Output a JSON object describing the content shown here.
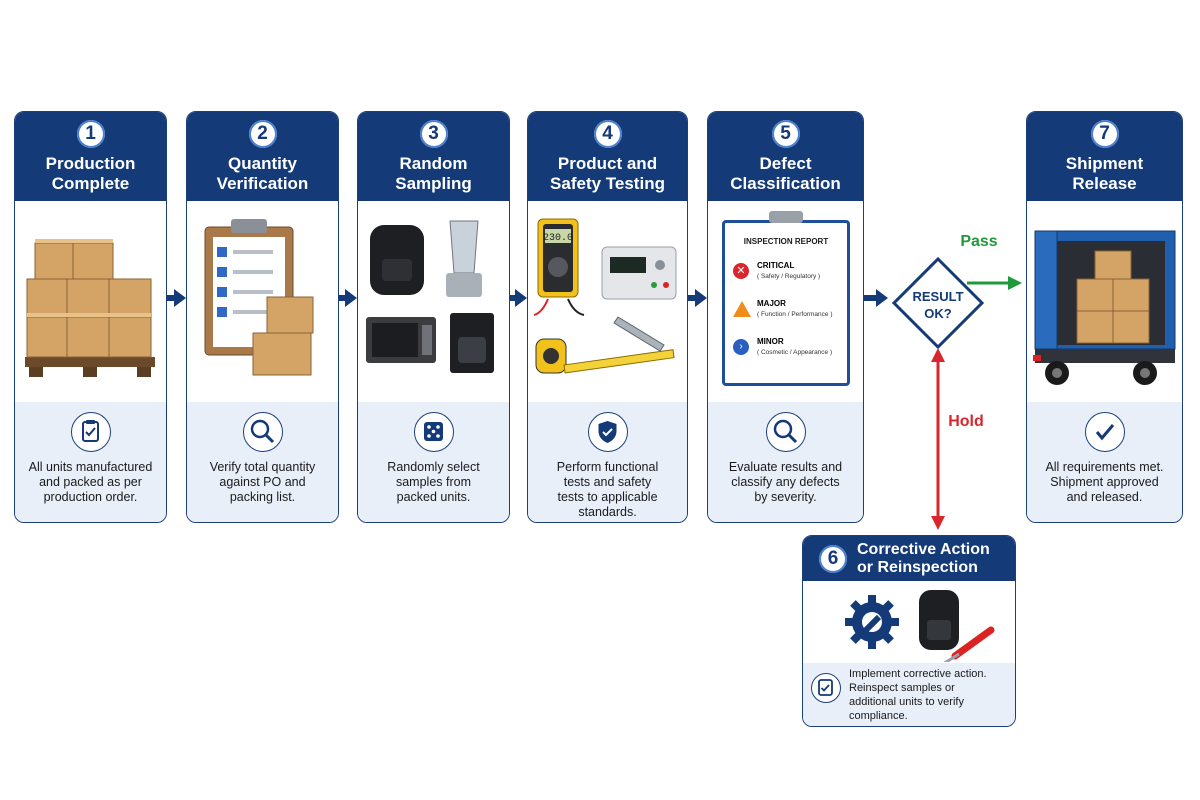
{
  "steps": [
    {
      "num": "1",
      "title1": "Production",
      "title2": "Complete",
      "desc": [
        "All units manufactured",
        "and packed as per",
        "production order."
      ]
    },
    {
      "num": "2",
      "title1": "Quantity",
      "title2": "Verification",
      "desc": [
        "Verify total quantity",
        "against PO and",
        "packing list."
      ]
    },
    {
      "num": "3",
      "title1": "Random",
      "title2": "Sampling",
      "desc": [
        "Randomly select",
        "samples from",
        "packed units."
      ]
    },
    {
      "num": "4",
      "title1": "Product and",
      "title2": "Safety Testing",
      "desc": [
        "Perform functional",
        "tests and safety",
        "tests to applicable",
        "standards."
      ]
    },
    {
      "num": "5",
      "title1": "Defect",
      "title2": "Classification",
      "desc": [
        "Evaluate results and",
        "classify any defects",
        "by severity."
      ]
    },
    {
      "num": "7",
      "title1": "Shipment",
      "title2": "Release",
      "desc": [
        "All requirements met.",
        "Shipment approved",
        "and released."
      ]
    }
  ],
  "report": {
    "title": "INSPECTION REPORT",
    "critical": "CRITICAL",
    "critical_sub": "( Safety / Regulatory )",
    "major": "MAJOR",
    "major_sub": "( Function / Performance )",
    "minor": "MINOR",
    "minor_sub": "( Cosmetic / Appearance )"
  },
  "meter_reading": "230.0",
  "decision": {
    "line1": "RESULT",
    "line2": "OK?",
    "pass": "Pass",
    "hold": "Hold"
  },
  "corrective": {
    "num": "6",
    "title1": "Corrective Action",
    "title2": "or Reinspection",
    "desc": [
      "Implement corrective action.",
      "Reinspect samples or",
      "additional units to verify",
      "compliance."
    ]
  },
  "colors": {
    "navy": "#143a78",
    "pass": "#1f9a3a",
    "hold": "#d9262c",
    "light": "#e8eff9"
  }
}
